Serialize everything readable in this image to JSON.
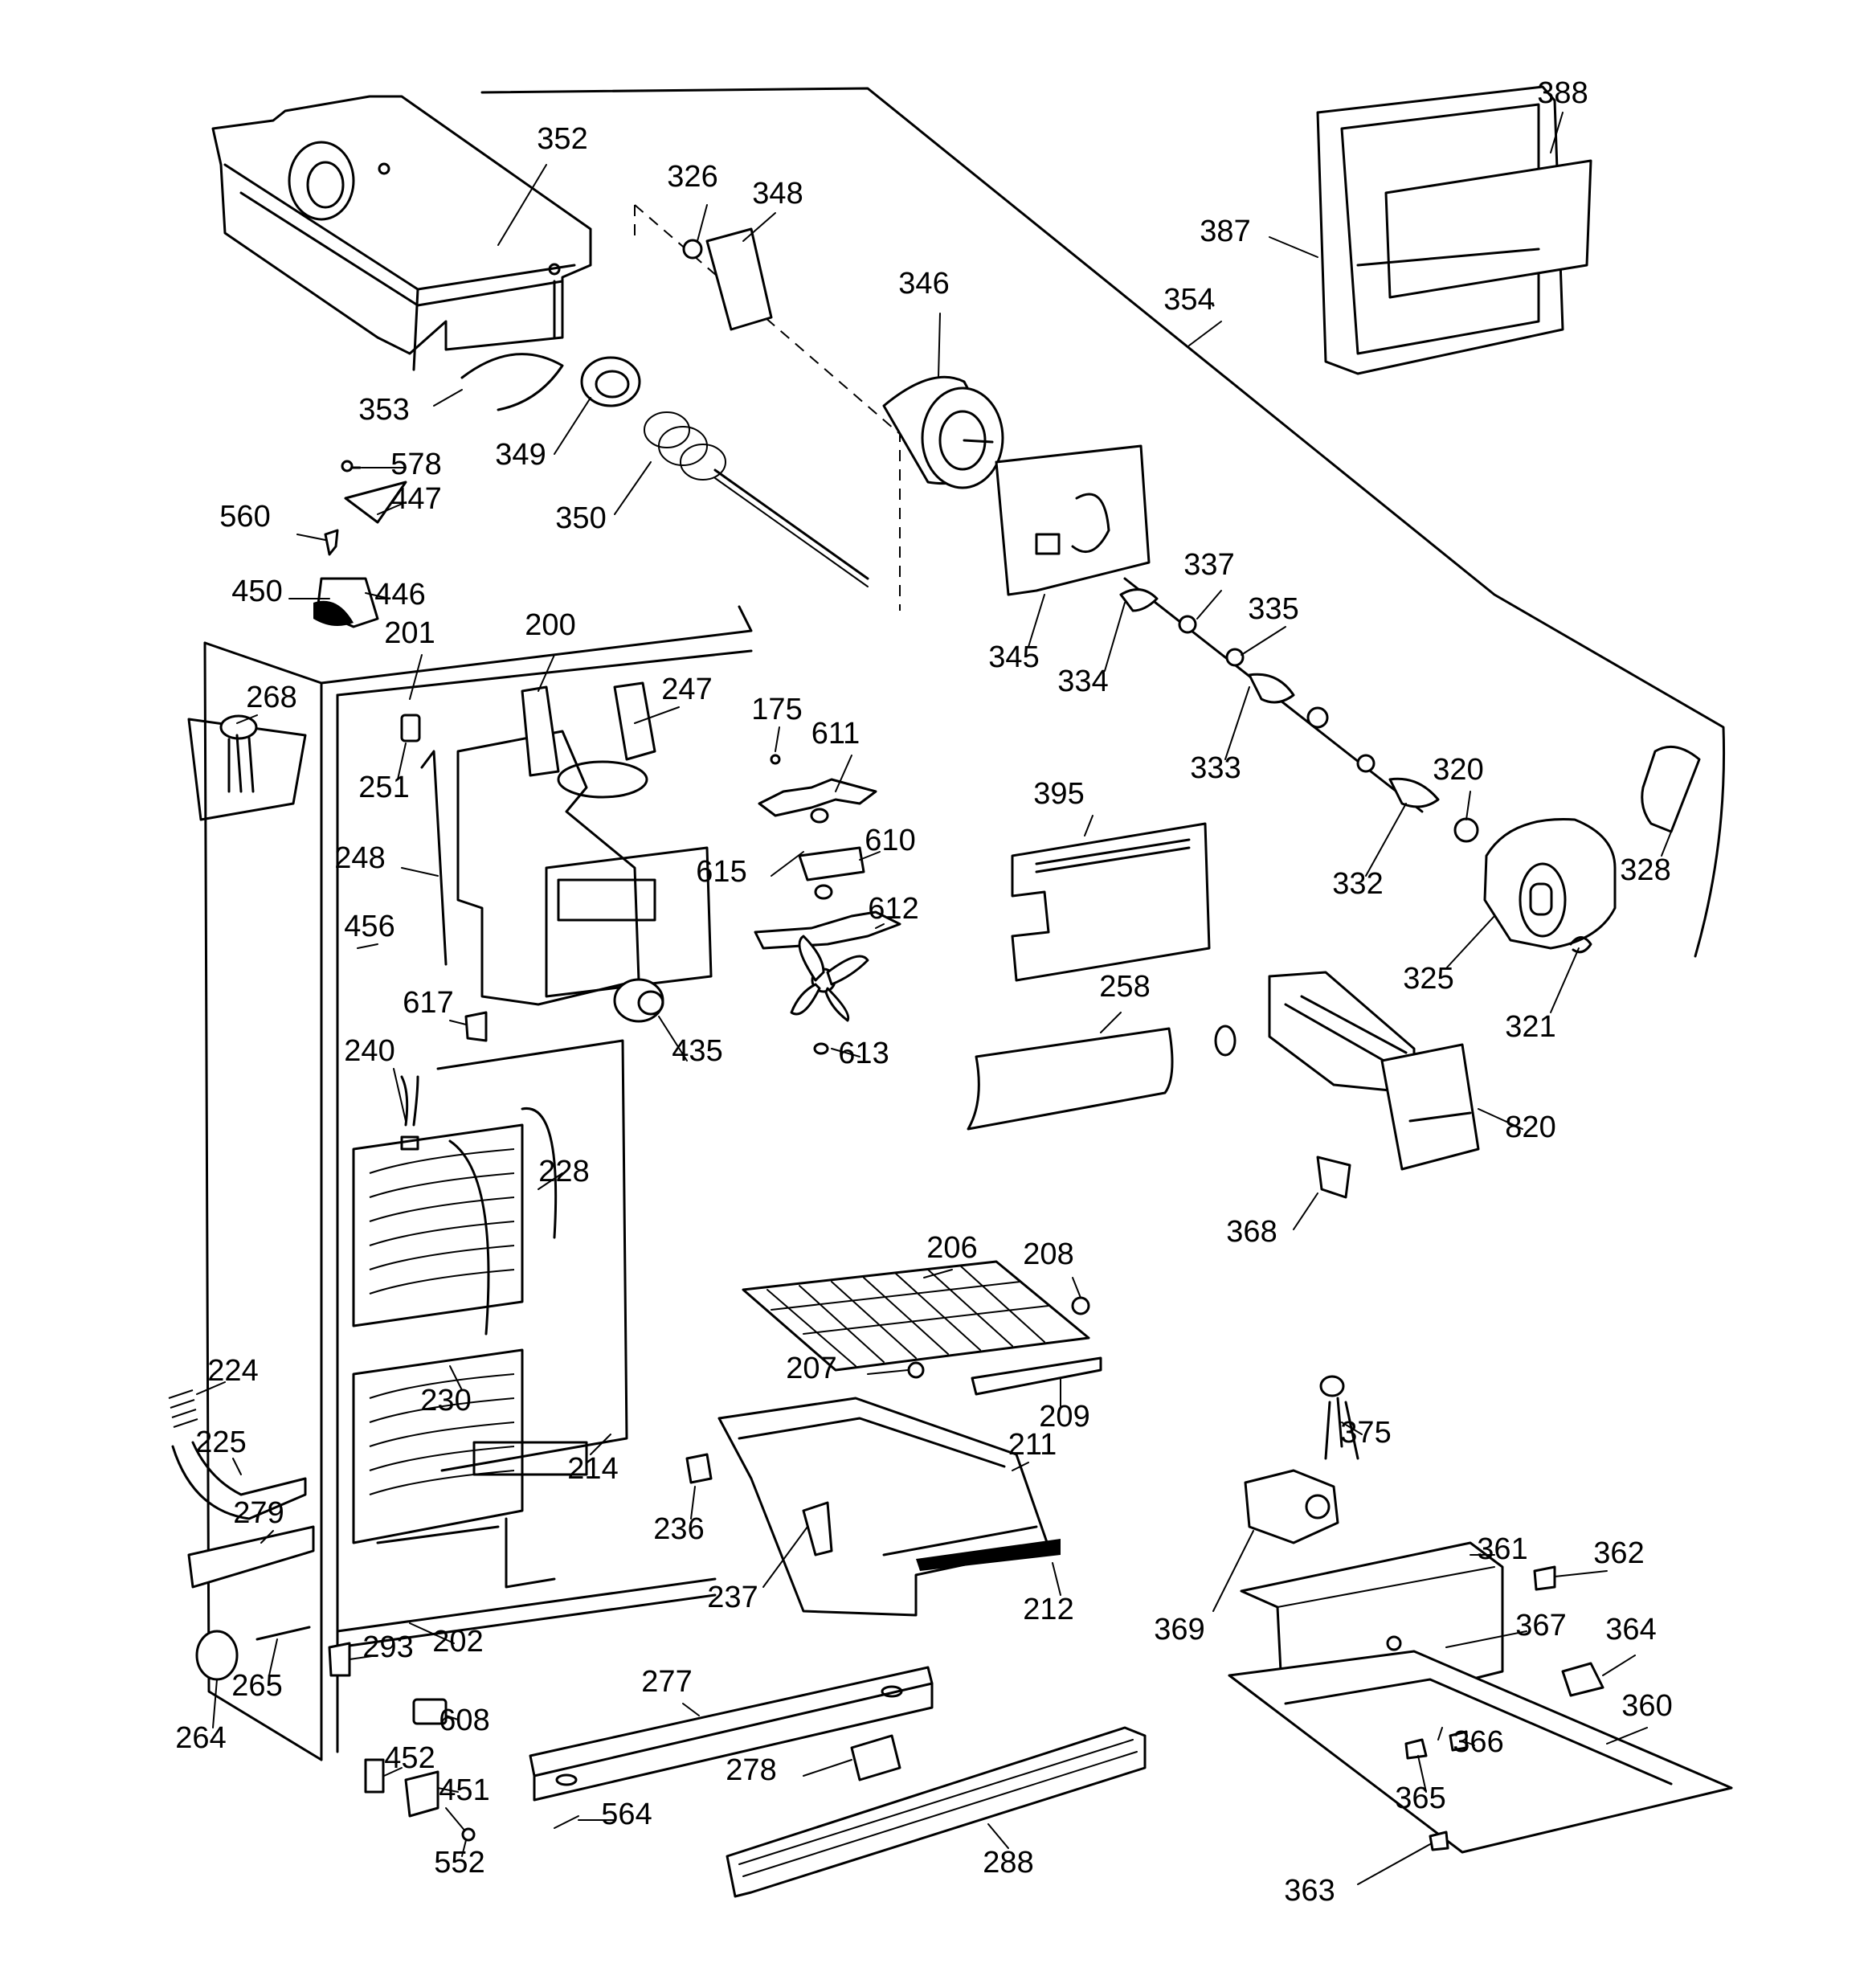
{
  "diagram": {
    "type": "exploded parts diagram",
    "callouts": [
      "352",
      "326",
      "348",
      "346",
      "354",
      "387",
      "388",
      "353",
      "349",
      "350",
      "578",
      "447",
      "560",
      "450",
      "446",
      "345",
      "337",
      "335",
      "334",
      "333",
      "332",
      "320",
      "328",
      "325",
      "321",
      "201",
      "200",
      "247",
      "268",
      "251",
      "175",
      "611",
      "610",
      "615",
      "612",
      "248",
      "456",
      "395",
      "617",
      "435",
      "613",
      "258",
      "240",
      "228",
      "820",
      "368",
      "206",
      "208",
      "224",
      "207",
      "209",
      "225",
      "211",
      "230",
      "214",
      "236",
      "279",
      "237",
      "212",
      "375",
      "361",
      "362",
      "369",
      "367",
      "364",
      "202",
      "293",
      "265",
      "264",
      "608",
      "277",
      "360",
      "452",
      "451",
      "278",
      "366",
      "365",
      "564",
      "552",
      "288",
      "363"
    ]
  }
}
